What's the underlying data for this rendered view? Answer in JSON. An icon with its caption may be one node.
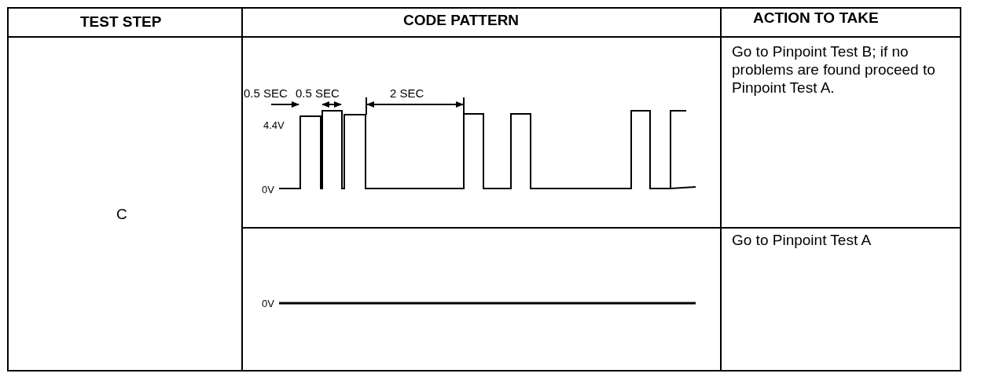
{
  "diagram": {
    "labels": [
      "TEST STEP",
      "CODE PATTERN",
      "ACTION TO TAKE",
      "C",
      "0.5 SEC",
      "0.5 SEC",
      "2 SEC",
      "4.4V",
      "0V",
      "Go to Pinpoint Test B; if no problems are found proceed to Pinpoint Test A.",
      "0V",
      "Go to Pinpoint Test A"
    ]
  }
}
